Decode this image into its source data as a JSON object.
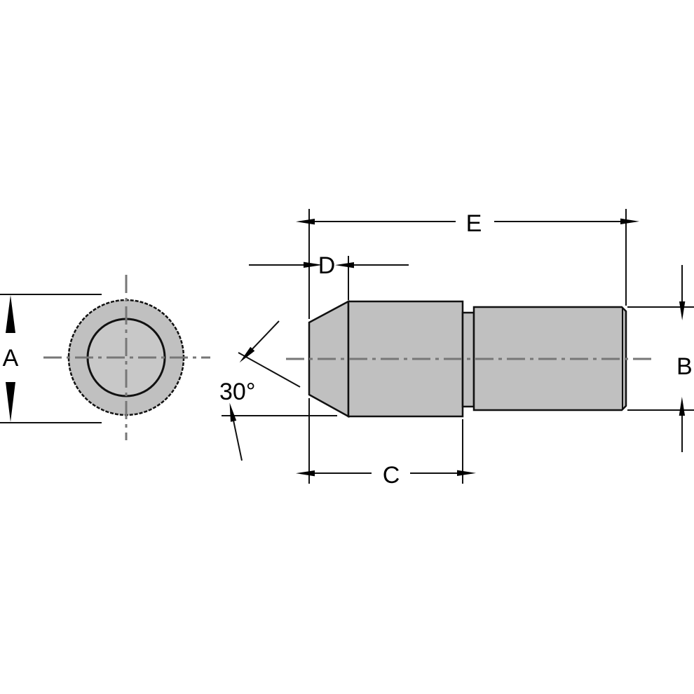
{
  "drawing": {
    "labels": {
      "a": "A",
      "b": "B",
      "c": "C",
      "d": "D",
      "e": "E",
      "angle": "30°"
    },
    "colors": {
      "part_fill": "#c0c0c0",
      "line": "#111111",
      "centerline": "#777777"
    }
  }
}
